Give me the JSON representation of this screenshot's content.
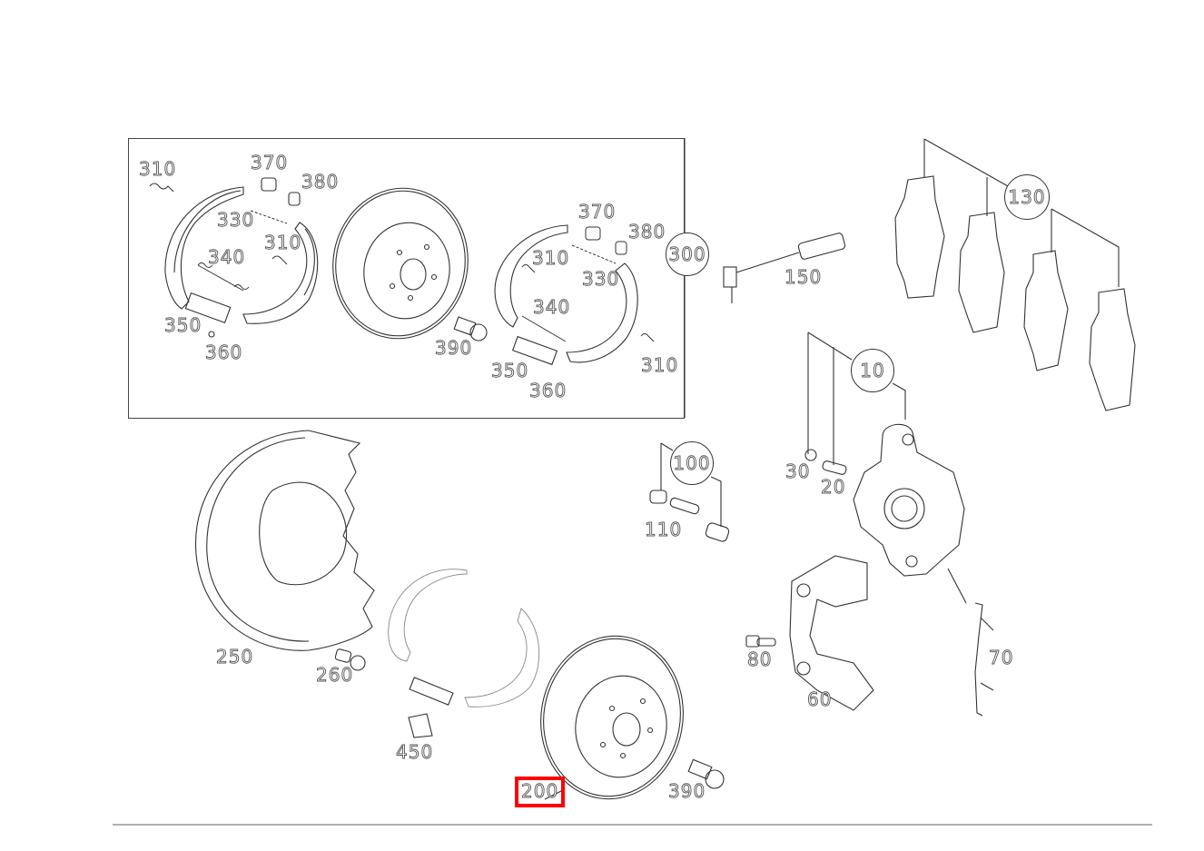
{
  "diagram": {
    "type": "exploded-parts-diagram",
    "subject": "rear brake assembly",
    "highlighted_part": "200",
    "highlight_color": "#ff0000",
    "line_color": "#333333",
    "divider_color": "#b0b0b0"
  },
  "inset_box": {
    "callout": "300",
    "labels": {
      "l310a": "310",
      "l370a": "370",
      "l380a": "380",
      "l330a": "330",
      "l310b": "310",
      "l340a": "340",
      "l350a": "350",
      "l360a": "360",
      "l370b": "370",
      "l380b": "380",
      "l310c": "310",
      "l330b": "330",
      "l340b": "340",
      "l390a": "390",
      "l350b": "350",
      "l360b": "360",
      "l310d": "310"
    }
  },
  "callouts": {
    "c300": "300",
    "c130": "130",
    "c10": "10",
    "c100": "100"
  },
  "labels": {
    "l150": "150",
    "l30": "30",
    "l20": "20",
    "l110": "110",
    "l250": "250",
    "l260": "260",
    "l450": "450",
    "l200": "200",
    "l390": "390",
    "l80": "80",
    "l60": "60",
    "l70": "70"
  }
}
